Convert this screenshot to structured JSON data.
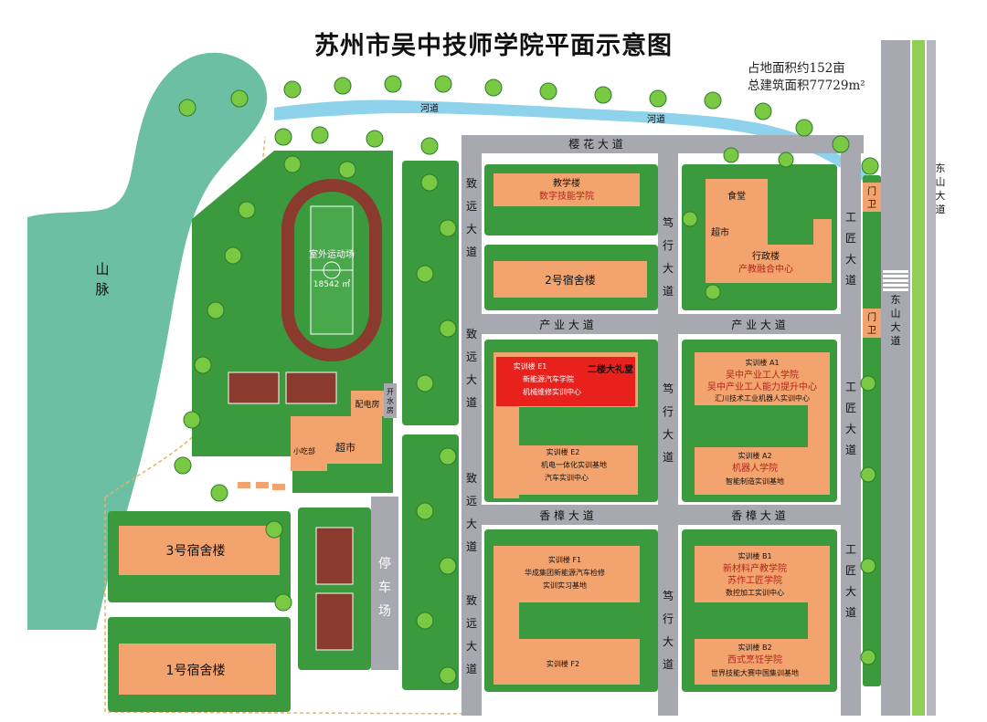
{
  "title": "苏州市吴中技师学院平面示意图",
  "stats": {
    "area": "占地面积约152亩",
    "building_area": "总建筑面积77729m²"
  },
  "colors": {
    "green": "#3a9a3d",
    "building": "#f2a36e",
    "road": "#a8a8b0",
    "water": "#8ed2ec",
    "mountain": "#6cbfa3",
    "track": "#8b3a2e",
    "hall": "#e8211d"
  },
  "labels": {
    "mountain": [
      "山",
      "脉"
    ],
    "river": [
      "河道",
      "河道"
    ],
    "yinghua_road": "樱 花 大 道",
    "chanye_road_left": "产 业 大 道",
    "chanye_road_right": "产 业 大 道",
    "xiangzhang_road_left": "香 樟 大 道",
    "xiangzhang_road_right": "香 樟 大 道",
    "zhiyuan_road": [
      "致",
      "远",
      "大",
      "道"
    ],
    "duxing_road": [
      "笃",
      "行",
      "大",
      "道"
    ],
    "gongjiang_road": [
      "工",
      "匠",
      "大",
      "道"
    ],
    "dongshan_road_top": [
      "东",
      "山",
      "大",
      "道"
    ],
    "dongshan_road_bottom": [
      "东",
      "山",
      "大",
      "道"
    ],
    "gate_top": [
      "门",
      "卫"
    ],
    "gate_mid": [
      "门",
      "卫"
    ],
    "parking": [
      "停",
      "车",
      "场"
    ],
    "water_room": [
      "开",
      "水",
      "房"
    ],
    "sports_field": "室外运动场",
    "sports_area": "18542 ㎡",
    "power_room": "配电房",
    "supermarket_left": "超市",
    "snack_shop": "小吃部",
    "dorm3": "3号宿舍楼",
    "dorm1": "1号宿舍楼",
    "dorm2": "2号宿舍楼",
    "teaching_title": "教学楼",
    "teaching_sub": "数字技能学院",
    "canteen": "食堂",
    "supermarket_right": "超市",
    "admin_title": "行政楼",
    "admin_sub": "产教融合中心",
    "e1_lines": [
      "实训楼 E1",
      "新能源汽车学院",
      "机械维修实训中心"
    ],
    "hall": "二楼大礼堂",
    "e2_lines": [
      "实训楼 E2",
      "机电一体化实训基地",
      "汽车实训中心"
    ],
    "a1_lines": [
      "实训楼 A1",
      "吴中产业工人学院",
      "吴中产业工人能力提升中心",
      "汇川技术工业机器人实训中心"
    ],
    "a2_lines": [
      "实训楼 A2",
      "机器人学院",
      "智能制造实训基地"
    ],
    "f1_lines": [
      "实训楼 F1",
      "华成集团新能源汽车检修",
      "实训实习基地"
    ],
    "f2": "实训楼 F2",
    "b1_lines": [
      "实训楼 B1",
      "新材料产教学院",
      "苏作工匠学院",
      "数控加工实训中心"
    ],
    "b2_lines": [
      "实训楼 B2",
      "西式烹饪学院",
      "世界技能大赛中国集训基地"
    ]
  }
}
